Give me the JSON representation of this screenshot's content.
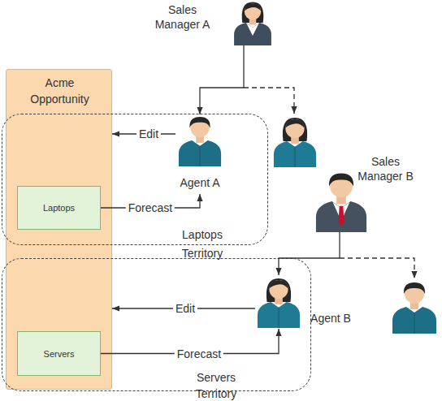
{
  "diagram": {
    "nodes": [
      {
        "text": [
          "Sales Manager A"
        ]
      },
      {
        "text": [
          "Acme Opportunity"
        ]
      },
      {
        "text": [
          "Laptops Territory"
        ]
      },
      {
        "text": [
          "Laptops"
        ],
        "in": 1
      },
      {
        "text": [
          "Agent A"
        ],
        "in": 2
      },
      {
        "text": [
          "Sales Manager B"
        ]
      },
      {
        "text": [
          "Servers Territory"
        ]
      },
      {
        "text": [
          "Servers"
        ],
        "in": 1
      },
      {
        "text": [
          "Agent B"
        ],
        "in": 6
      }
    ],
    "edges": [
      {
        "from": 0,
        "to": 4,
        "arrow": "to"
      },
      {
        "from": 4,
        "to": 1,
        "label": "Edit",
        "arrow": "to"
      },
      {
        "from": 3,
        "to": 4,
        "label": "Forecast",
        "arrow": "to"
      },
      {
        "from": 5,
        "to": 8,
        "arrow": "to"
      },
      {
        "from": 8,
        "to": 1,
        "label": "Edit",
        "arrow": "to"
      },
      {
        "from": 7,
        "to": 8,
        "label": "Forecast",
        "arrow": "to"
      }
    ]
  }
}
